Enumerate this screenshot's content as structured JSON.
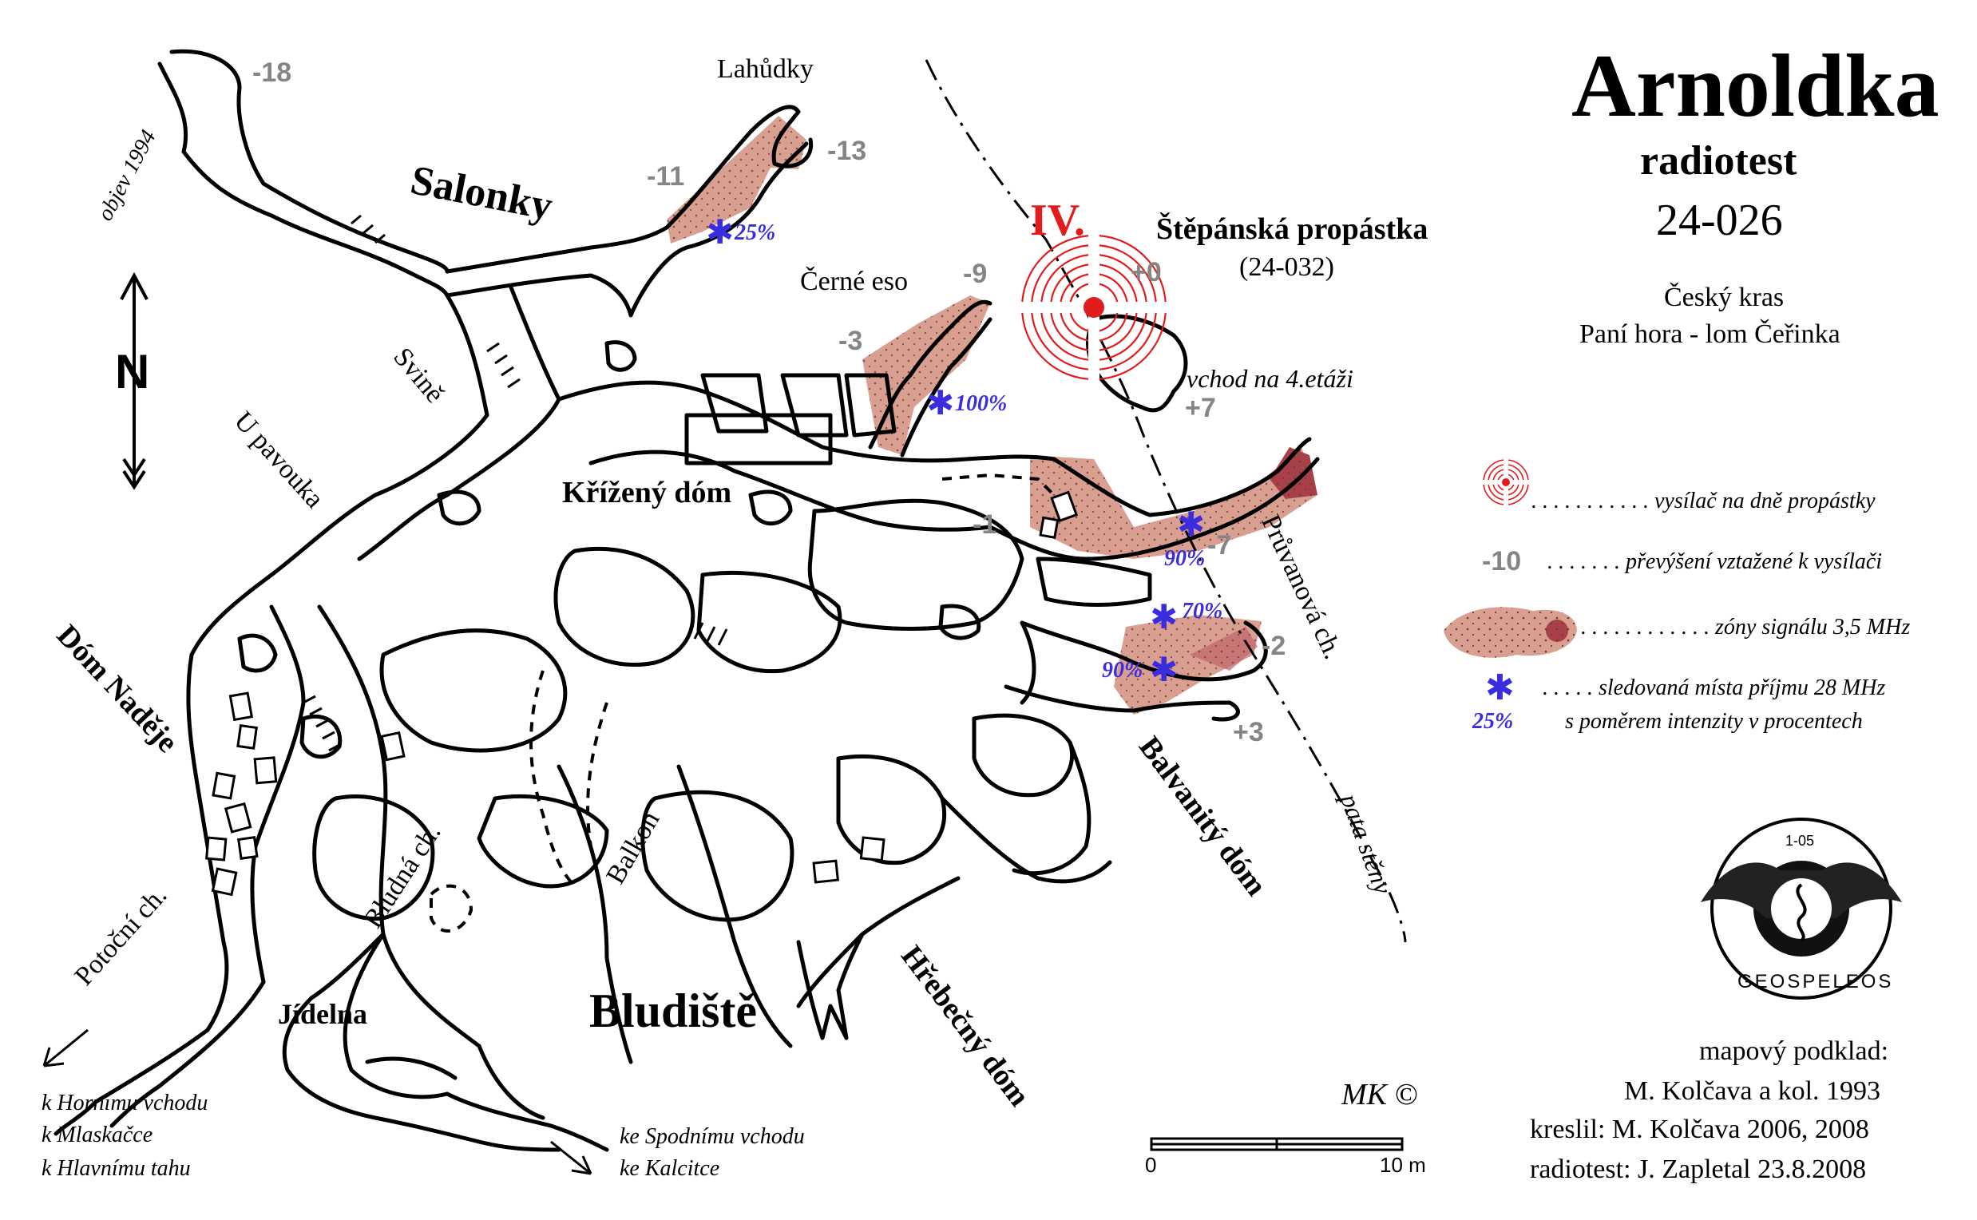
{
  "title": {
    "name": "Arnoldka",
    "subtitle": "radiotest",
    "code": "24-026",
    "region": "Český kras",
    "location": "Paní hora - lom Čeřinka"
  },
  "places": {
    "salonky": "Salonky",
    "lahudky": "Lahůdky",
    "cerne_eso": "Černé eso",
    "stepanska": "Štěpánská propástka",
    "stepanska_code": "(24-032)",
    "vchod": "vchod na 4.etáži",
    "krizeny": "Křížený dóm",
    "svine": "Svině",
    "u_pavouka": "U pavouka",
    "dom_nadeje": "Dóm Naděje",
    "potocni": "Potoční ch.",
    "bludna": "Bludná ch.",
    "balkon": "Balkon",
    "jidelna": "Jídelna",
    "bludiste": "Bludiště",
    "hrebecny": "Hřebečný dóm",
    "balvanity": "Balvanitý dóm",
    "pruvanova": "Průvanová ch.",
    "pata_steny": "pata stěny",
    "objev": "objev 1994",
    "station": "IV."
  },
  "elevations": {
    "e_m18": "-18",
    "e_m13": "-13",
    "e_m11": "-11",
    "e_m9": "-9",
    "e_m3": "-3",
    "e_p0": "+0",
    "e_p7": "+7",
    "e_m1": "-1",
    "e_m7": "-7",
    "e_m2": "-2",
    "e_p3": "+3"
  },
  "signal": {
    "p25": "25%",
    "p100": "100%",
    "p90a": "90%",
    "p70": "70%",
    "p90b": "90%"
  },
  "legend": {
    "transmitter": ". . . . . . . . . . . vysílač na dně propástky",
    "elev_value": "-10",
    "elevation": ". . . . . . . převýšení vztažené k vysílači",
    "zones": ". . . . . . . . . . . . zóny signálu 3,5 MHz",
    "tracked": ". . . . . sledovaná místa příjmu 28 MHz",
    "tracked_pct": "25%",
    "tracked2": "s poměrem intenzity v procentech"
  },
  "directions": {
    "left1": "k Hornímu vchodu",
    "left2": "k Mlaskačce",
    "left3": "k Hlavnímu tahu",
    "right1": "ke Spodnímu vchodu",
    "right2": "ke Kalcitce"
  },
  "scale": {
    "zero": "0",
    "ten": "10 m"
  },
  "credits": {
    "line1": "mapový podklad:",
    "line2": "M. Kolčava a kol. 1993",
    "line3": "kreslil: M. Kolčava 2006, 2008",
    "line4": "radiotest: J. Zapletal 23.8.2008"
  },
  "signature": "MK ©",
  "logo": {
    "text": "GEOSPELEOS",
    "number": "1-05"
  },
  "north": "N",
  "colors": {
    "zone_fill": "#d9a092",
    "zone_dark": "#a8404a",
    "accent_red": "#e01c1c",
    "star_blue": "#3a2de0",
    "elev_grey": "#858585"
  }
}
